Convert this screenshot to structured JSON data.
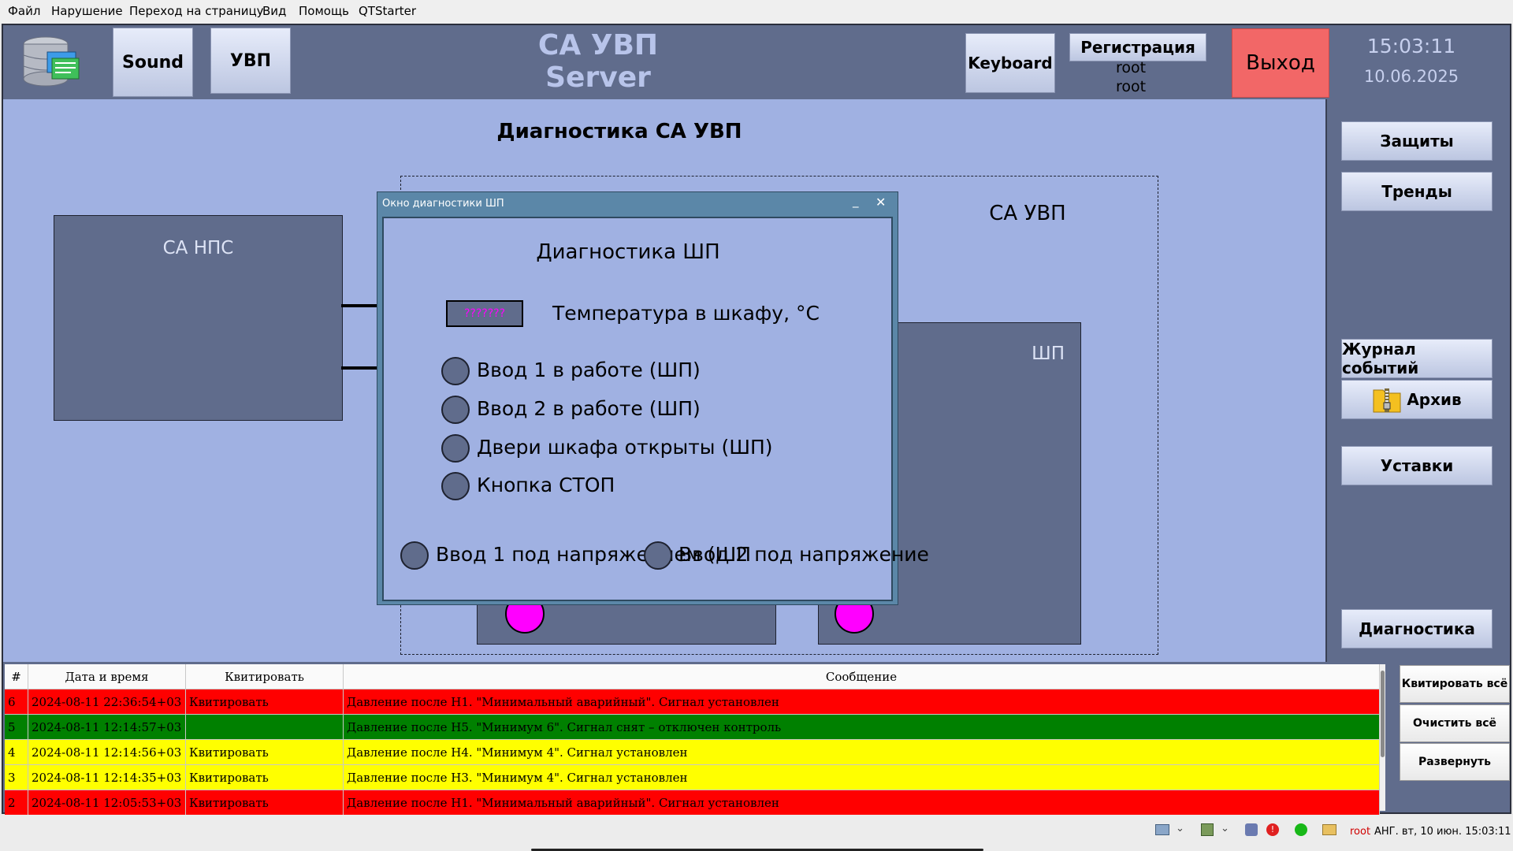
{
  "menubar": {
    "items": [
      "Файл",
      "Нарушение",
      "Переход на страницу",
      "Вид",
      "Помощь",
      "QTStarter"
    ]
  },
  "header": {
    "sound_label": "Sound",
    "uvp_label": "УВП",
    "title_line1": "СА УВП",
    "title_line2": "Server",
    "keyboard_label": "Keyboard",
    "register_label": "Регистрация",
    "user_line1": "root",
    "user_line2": "root",
    "exit_label": "Выход",
    "time": "15:03:11",
    "date": "10.06.2025"
  },
  "main": {
    "page_title": "Диагностика СА УВП",
    "sa_nps_label": "СА НПС",
    "sa_uvp_label": "СА УВП",
    "shp_label": "ШП"
  },
  "dialog": {
    "window_title": "Окно диагностики ШП",
    "heading": "Диагностика ШП",
    "temp_value": "???????",
    "temp_label": "Температура в шкафу, °C",
    "indicators": [
      "Ввод 1 в работе (ШП)",
      "Ввод 2 в работе (ШП)",
      "Двери шкафа открыты (ШП)",
      "Кнопка СТОП"
    ],
    "voltage1": "Ввод 1 под напряжением (ШП",
    "voltage2": "Ввод 2 под напряжение"
  },
  "right_panel": {
    "protections": "Защиты",
    "trends": "Тренды",
    "event_log": "Журнал событий",
    "archive": "Архив",
    "settings": "Уставки",
    "diagnostics": "Диагностика"
  },
  "log": {
    "headers": [
      "#",
      "Дата и время",
      "Квитировать",
      "Сообщение"
    ],
    "rows": [
      {
        "n": "6",
        "dt": "2024-08-11 22:36:54+03",
        "ack": "Квитировать",
        "msg": "Давление после Н1. \"Минимальный аварийный\". Сигнал установлен",
        "color": "#ff0000"
      },
      {
        "n": "5",
        "dt": "2024-08-11 12:14:57+03",
        "ack": "",
        "msg": "Давление после Н5. \"Минимум 6\". Сигнал снят – отключен контроль",
        "color": "#008000"
      },
      {
        "n": "4",
        "dt": "2024-08-11 12:14:56+03",
        "ack": "Квитировать",
        "msg": "Давление после Н4. \"Минимум 4\". Сигнал установлен",
        "color": "#ffff00"
      },
      {
        "n": "3",
        "dt": "2024-08-11 12:14:35+03",
        "ack": "Квитировать",
        "msg": "Давление после Н3. \"Минимум 4\". Сигнал установлен",
        "color": "#ffff00"
      },
      {
        "n": "2",
        "dt": "2024-08-11 12:05:53+03",
        "ack": "Квитировать",
        "msg": "Давление после Н1. \"Минимальный аварийный\". Сигнал установлен",
        "color": "#ff0000"
      }
    ],
    "ack_all": "Квитировать всё",
    "clear_all": "Очистить всё",
    "expand": "Развернуть"
  },
  "taskbar": {
    "user": "root",
    "status": "АНГ. вт, 10 июн. 15:03:11"
  },
  "colors": {
    "panel": "#606c8c",
    "main_bg": "#a0b1e2",
    "alarm_red": "#ff0000",
    "ok_green": "#008000",
    "warn_yellow": "#ffff00",
    "magenta": "#ff00ff",
    "exit_red": "#f26767"
  }
}
